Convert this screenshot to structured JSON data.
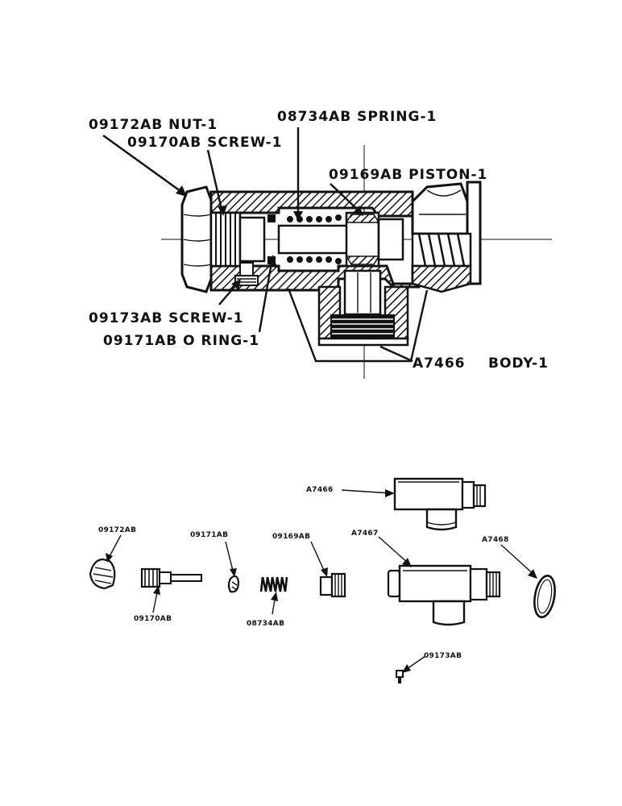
{
  "diagram": {
    "sectional_view": {
      "labels": {
        "nut": "09172AB NUT-1",
        "spring": "08734AB SPRING-1",
        "screw_main": "09170AB SCREW-1",
        "piston": "09169AB PISTON-1",
        "screw_small": "09173AB SCREW-1",
        "oring": "09171AB O RING-1",
        "body_part_no": "A7466",
        "body_name": "BODY-1"
      }
    },
    "exploded_view": {
      "labels": {
        "nut": "09172AB",
        "oring": "09171AB",
        "piston": "09169AB",
        "body_a": "A7466",
        "body_b": "A7467",
        "ring": "A7468",
        "screw_main": "09170AB",
        "spring": "08734AB",
        "screw_small": "09173AB"
      }
    }
  }
}
